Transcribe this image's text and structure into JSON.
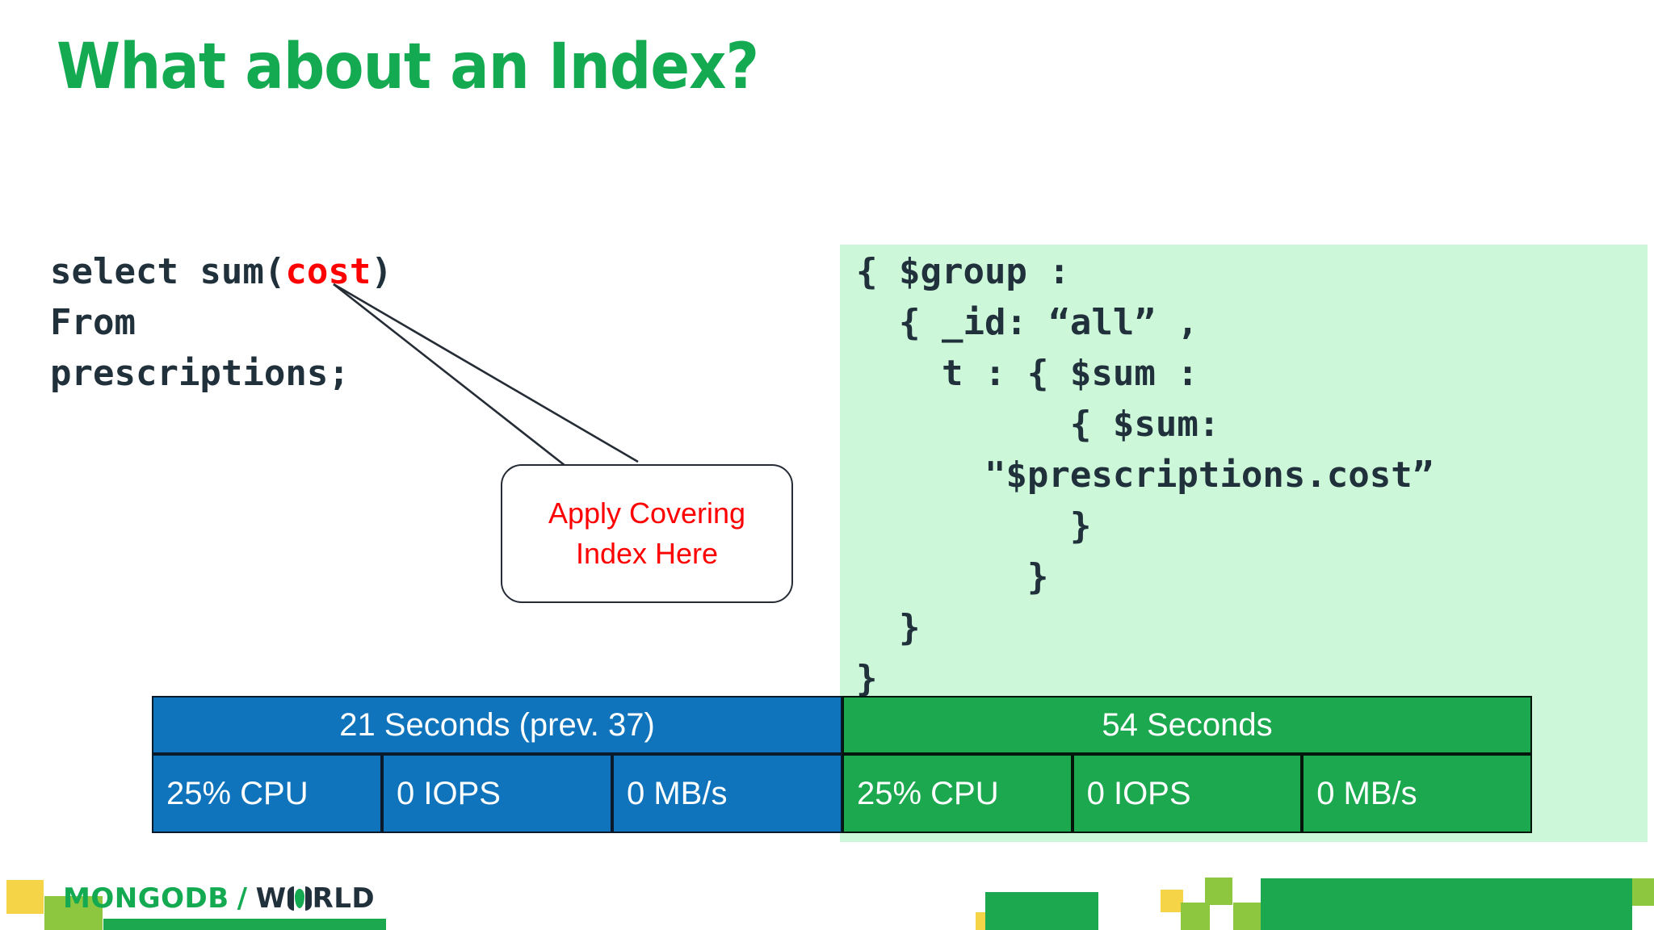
{
  "slide": {
    "title": "What about an Index?",
    "accent_green": "#13aa52",
    "code_panel_bg": "#cdf7d9",
    "blue": "#1074bc",
    "green": "#1ba84f",
    "red": "#ff0000",
    "code_text_color": "#21313c"
  },
  "sql": {
    "line1_pre": "select sum(",
    "line1_highlight": "cost",
    "line1_post": ")",
    "line2": "From",
    "line3": "prescriptions;"
  },
  "callout": {
    "line1": "Apply Covering",
    "line2": "Index Here"
  },
  "mongo_code": {
    "lines": [
      "{ $group :",
      "  { _id: “all” ,",
      "    t : { $sum :",
      "          { $sum:",
      "      \"$prescriptions.cost”",
      "          }",
      "        }",
      "  }",
      "}"
    ]
  },
  "results": {
    "sql_side": {
      "summary": "21 Seconds (prev. 37)",
      "metrics": [
        "25% CPU",
        "0 IOPS",
        "0 MB/s"
      ]
    },
    "mongo_side": {
      "summary": "54  Seconds",
      "metrics": [
        "25% CPU",
        "0 IOPS",
        "0 MB/s"
      ]
    }
  },
  "footer": {
    "brand": "MONGODB",
    "separator": "/",
    "event_prefix": "W",
    "event_suffix": "RLD"
  }
}
